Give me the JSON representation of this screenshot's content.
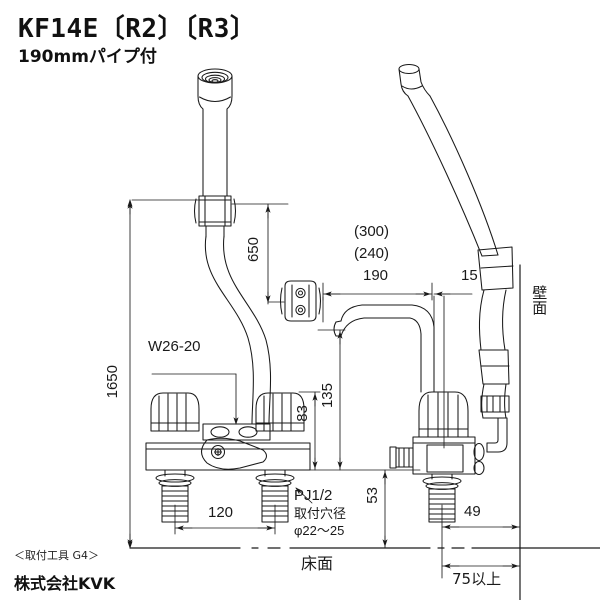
{
  "header": {
    "model": "KF14E〔R2〕〔R3〕",
    "variant": "190mmパイプ付"
  },
  "footer": {
    "tool_note": "＜取付工具 G4＞",
    "company": "株式会社KVK"
  },
  "labels": {
    "wall": "壁面",
    "floor": "床面"
  },
  "dimensions": {
    "height_total": "1650",
    "shower_hanger": "650",
    "thread_spec": "W26-20",
    "spout_reach_opt1": "(300)",
    "spout_reach_opt2": "(240)",
    "spout_reach": "190",
    "wall_clearance": "15",
    "spout_height": "135",
    "body_height": "83",
    "inlet_height": "53",
    "center_distance": "120",
    "outlet_offset": "49",
    "wall_min": "75以上",
    "pipe_thread": "PJ1/2",
    "hole_label": "取付穴径",
    "hole_diameter": "φ22～25"
  },
  "colors": {
    "line": "#1a1a1a",
    "background": "#ffffff",
    "text": "#111111"
  }
}
